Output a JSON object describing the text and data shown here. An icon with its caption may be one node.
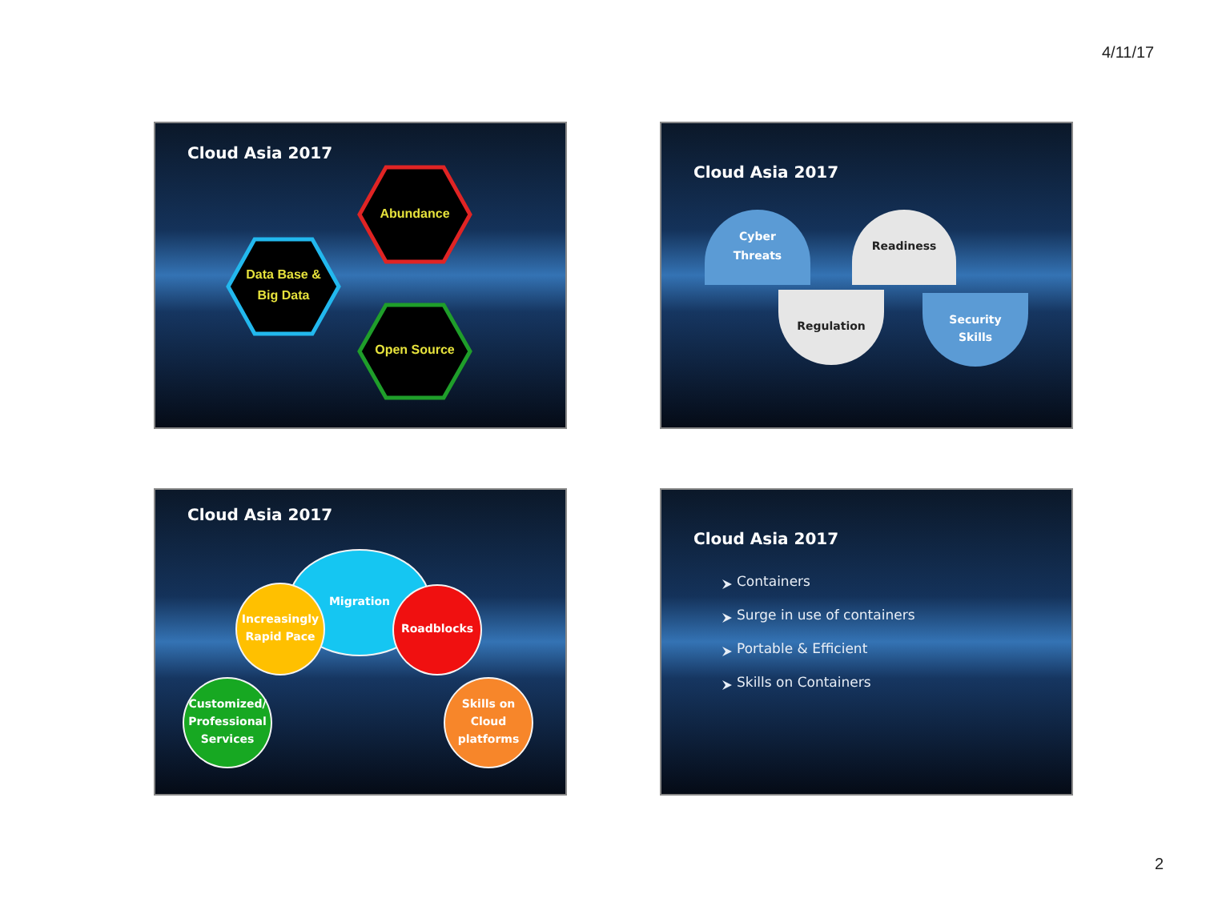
{
  "diagram": {
    "nodes": [
      {
        "text": [
          "Cloud Asia 2017"
        ]
      },
      {
        "text": [
          "Abundance"
        ],
        "in": 0
      },
      {
        "text": [
          "Data Base & Big Data"
        ],
        "in": 0
      },
      {
        "text": [
          "Open Source"
        ],
        "in": 0
      },
      {
        "text": [
          "Cloud Asia 2017"
        ]
      },
      {
        "text": [
          "Cyber Threats"
        ],
        "in": 4
      },
      {
        "text": [
          "Readiness"
        ],
        "in": 4
      },
      {
        "text": [
          "Regulation"
        ],
        "in": 4
      },
      {
        "text": [
          "Security Skills"
        ],
        "in": 4
      },
      {
        "text": [
          "Cloud Asia 2017"
        ]
      },
      {
        "text": [
          "Migration"
        ],
        "in": 9
      },
      {
        "text": [
          "Increasingly Rapid Pace"
        ],
        "in": 9
      },
      {
        "text": [
          "Roadblocks"
        ],
        "in": 9
      },
      {
        "text": [
          "Customized/ Professional Services"
        ],
        "in": 9
      },
      {
        "text": [
          "Skills on Cloud platforms"
        ],
        "in": 9
      },
      {
        "text": [
          "Cloud Asia 2017",
          "Containers",
          "Surge in use of containers",
          "Portable & Efficient",
          "Skills on Containers"
        ]
      }
    ],
    "edges": [],
    "labels": [
      "4/11/17",
      "2"
    ]
  }
}
